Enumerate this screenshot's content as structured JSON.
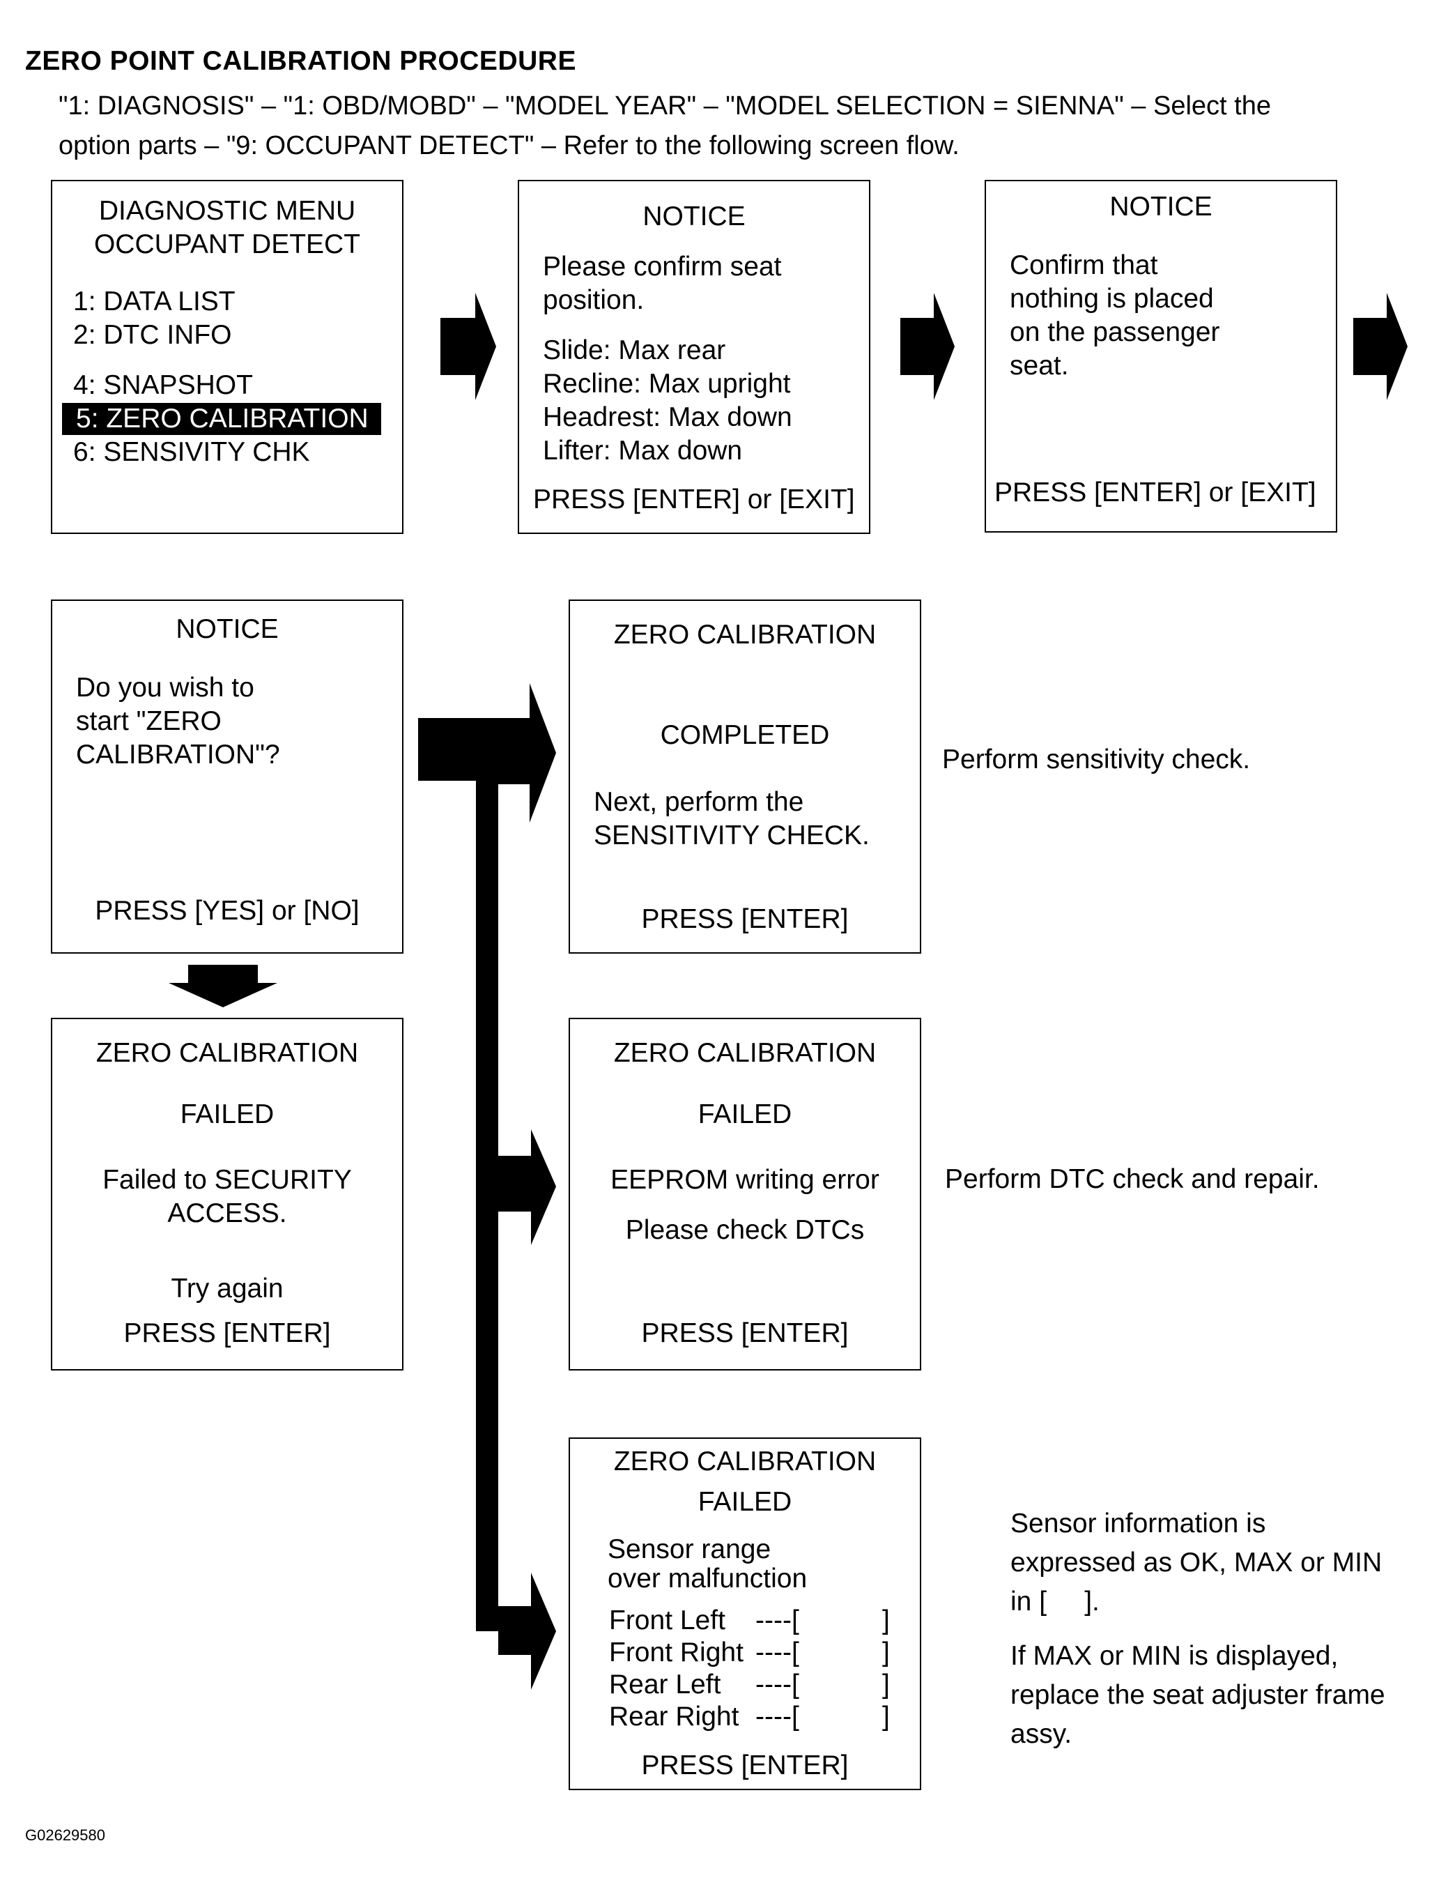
{
  "title": "ZERO POINT CALIBRATION PROCEDURE",
  "intro_line1": "\"1: DIAGNOSIS\" – \"1: OBD/MOBD\" – \"MODEL YEAR\" – \"MODEL SELECTION = SIENNA\" – Select the",
  "intro_line2": "option parts – \"9: OCCUPANT DETECT\" – Refer to the following screen flow.",
  "screens": {
    "menu": {
      "title1": "DIAGNOSTIC MENU",
      "title2": "OCCUPANT DETECT",
      "items": [
        "1: DATA LIST",
        "2: DTC INFO",
        "4: SNAPSHOT",
        "5: ZERO CALIBRATION",
        "6: SENSIVITY CHK"
      ]
    },
    "notice_seat": {
      "title": "NOTICE",
      "line1": "Please confirm seat",
      "line2": "position.",
      "slide": "Slide: Max rear",
      "recline": "Recline: Max upright",
      "headrest": "Headrest: Max down",
      "lifter": "Lifter: Max down",
      "prompt": "PRESS [ENTER] or [EXIT]"
    },
    "notice_empty": {
      "title": "NOTICE",
      "line1": "Confirm that",
      "line2": "nothing is placed",
      "line3": "on the passenger",
      "line4": "seat.",
      "prompt": "PRESS [ENTER] or [EXIT]"
    },
    "notice_start": {
      "title": "NOTICE",
      "line1": "Do you wish to",
      "line2": "start  \"ZERO",
      "line3": "CALIBRATION\"?",
      "prompt": "PRESS [YES] or [NO]"
    },
    "completed": {
      "title": "ZERO CALIBRATION",
      "status": "COMPLETED",
      "line1": "Next, perform the",
      "line2": "SENSITIVITY CHECK.",
      "prompt": "PRESS [ENTER]"
    },
    "failed_security": {
      "title": "ZERO CALIBRATION",
      "status": "FAILED",
      "line1": "Failed to SECURITY",
      "line2": "ACCESS.",
      "line3": "Try again",
      "prompt": "PRESS [ENTER]"
    },
    "failed_eeprom": {
      "title": "ZERO CALIBRATION",
      "status": "FAILED",
      "line1": "EEPROM writing error",
      "line2": "Please check DTCs",
      "prompt": "PRESS [ENTER]"
    },
    "failed_sensor": {
      "title": "ZERO CALIBRATION",
      "status": "FAILED",
      "line1": "Sensor range",
      "line2": "over malfunction",
      "rows": [
        {
          "label": "Front Left",
          "dash": "----[",
          "end": "]"
        },
        {
          "label": "Front Right",
          "dash": "----[",
          "end": "]"
        },
        {
          "label": "Rear Left",
          "dash": "----[",
          "end": "]"
        },
        {
          "label": "Rear Right",
          "dash": "----[",
          "end": "]"
        }
      ],
      "prompt": "PRESS [ENTER]"
    }
  },
  "notes": {
    "sensitivity": "Perform sensitivity check.",
    "dtc": "Perform DTC check and repair.",
    "sensor1": "Sensor information is",
    "sensor2": "expressed as OK, MAX or MIN",
    "sensor3": "in [     ].",
    "sensor4": "If MAX or MIN is displayed,",
    "sensor5": "replace the seat adjuster frame",
    "sensor6": "assy."
  },
  "figure_code": "G02629580"
}
